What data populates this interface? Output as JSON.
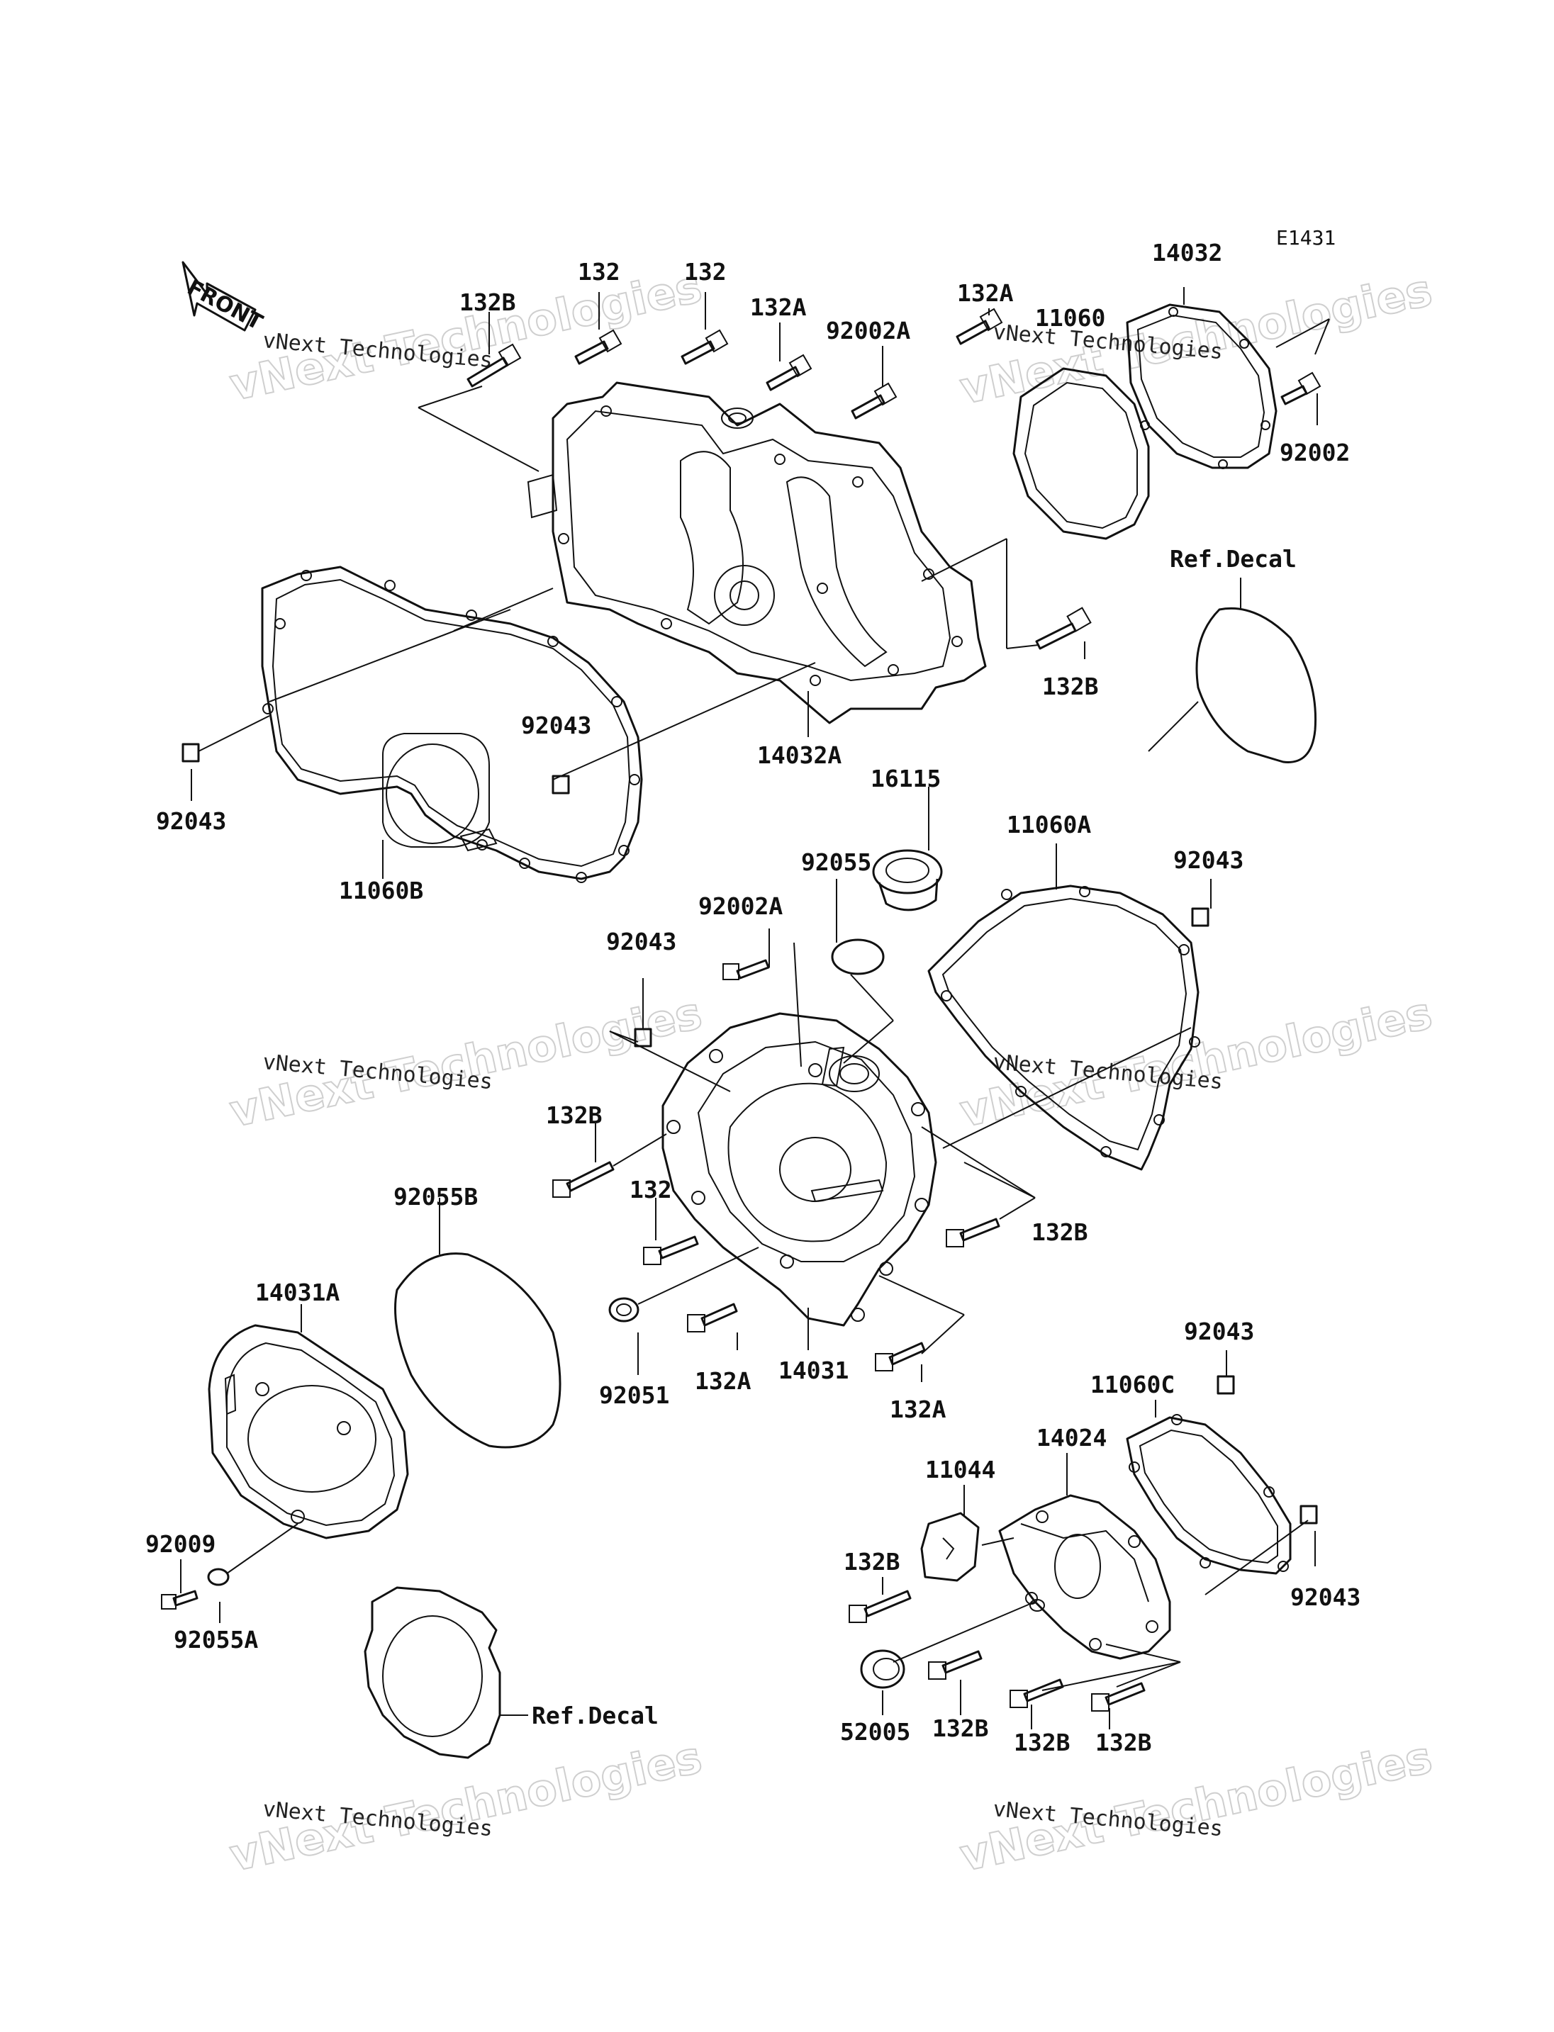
{
  "diagram_code": "E1431",
  "front_arrow": {
    "label": "FRONT",
    "icon": "front-arrow-icon"
  },
  "watermarks": [
    {
      "small": "vNext Technologies",
      "big": "vNext Technologies"
    },
    {
      "small": "vNext Technologies",
      "big": "vNext Technologies"
    },
    {
      "small": "vNext Technologies",
      "big": "vNext Technologies"
    },
    {
      "small": "vNext Technologies",
      "big": "vNext Technologies"
    },
    {
      "small": "vNext Technologies",
      "big": "vNext Technologies"
    },
    {
      "small": "vNext Technologies",
      "big": "vNext Technologies"
    }
  ],
  "parts": [
    "132B",
    "132",
    "132",
    "132A",
    "92002A",
    "132A",
    "11060",
    "14032",
    "92002",
    "Ref.Decal",
    "132B",
    "14032A",
    "92043",
    "92043",
    "11060B",
    "16115",
    "11060A",
    "92043",
    "92055",
    "92002A",
    "92043",
    "132B",
    "132",
    "132B",
    "92055B",
    "14031A",
    "92051",
    "132A",
    "14031",
    "132A",
    "92043",
    "11060C",
    "14024",
    "11044",
    "132B",
    "92009",
    "92055A",
    "92043",
    "52005",
    "132B",
    "132B",
    "132B",
    "Ref.Decal"
  ]
}
